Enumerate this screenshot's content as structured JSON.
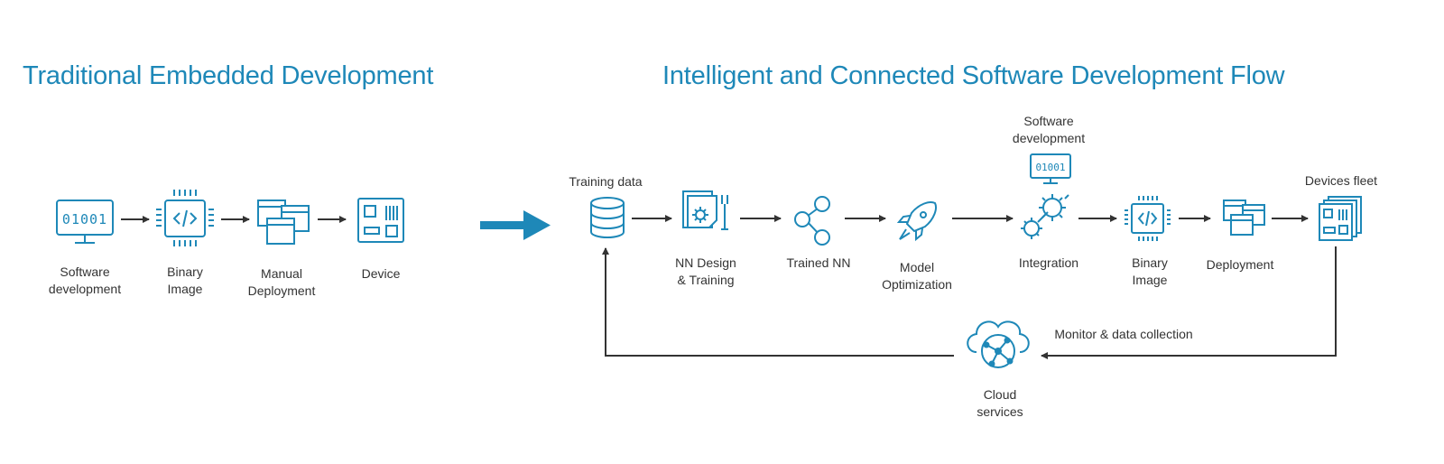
{
  "titles": {
    "left": "Traditional Embedded Development",
    "right": "Intelligent and Connected Software Development Flow"
  },
  "traditional": {
    "software_dev": "Software\ndevelopment",
    "software_code": "01001",
    "binary_image": "Binary\nImage",
    "manual_deployment": "Manual\nDeployment",
    "device": "Device"
  },
  "flow": {
    "training_data": "Training data",
    "nn_design": "NN Design\n& Training",
    "trained_nn": "Trained NN",
    "model_opt": "Model\nOptimization",
    "software_dev": "Software\ndevelopment",
    "software_code": "01001",
    "integration": "Integration",
    "binary_image": "Binary\nImage",
    "deployment": "Deployment",
    "devices_fleet": "Devices fleet",
    "monitor": "Monitor & data collection",
    "cloud": "Cloud\nservices"
  },
  "colors": {
    "accent": "#1e88b8",
    "arrow": "#333333",
    "text": "#333333"
  }
}
